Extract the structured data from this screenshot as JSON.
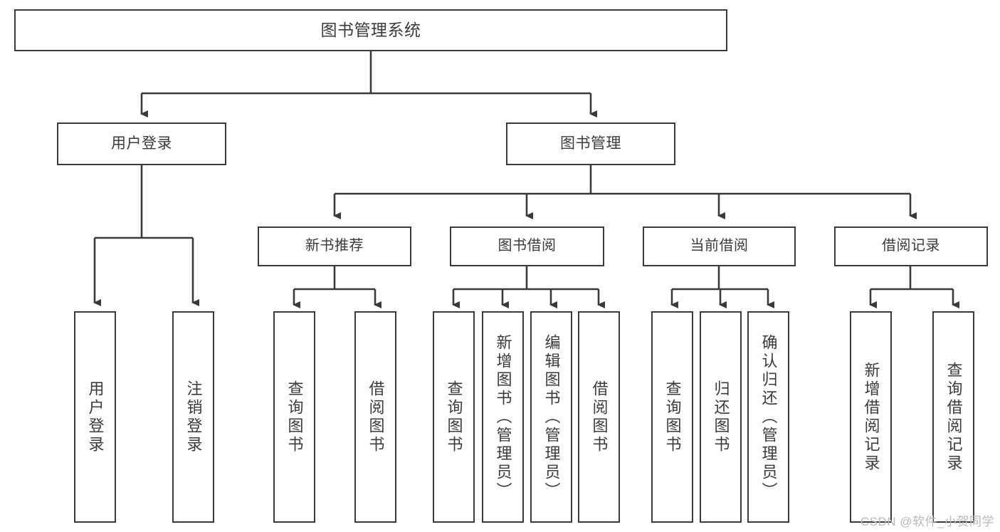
{
  "diagram": {
    "title": "图书管理系统",
    "watermark": "CSDN @软件_小贺同学",
    "colors": {
      "border": "#3a3a3a",
      "text": "#3b3b3b",
      "background": "#ffffff",
      "connector": "#3a3a3a",
      "watermark": "#b9b9b9"
    },
    "root": {
      "label": "图书管理系统"
    },
    "level1": [
      {
        "label": "用户登录"
      },
      {
        "label": "图书管理"
      }
    ],
    "level2": [
      {
        "label": "新书推荐"
      },
      {
        "label": "图书借阅"
      },
      {
        "label": "当前借阅"
      },
      {
        "label": "借阅记录"
      }
    ],
    "leaves": {
      "user_login": [
        {
          "label": "用户登录"
        },
        {
          "label": "注销登录"
        }
      ],
      "new_book": [
        {
          "label": "查询图书"
        },
        {
          "label": "借阅图书"
        }
      ],
      "book_borrow": [
        {
          "label": "查询图书"
        },
        {
          "label": "新增图书（管理员）"
        },
        {
          "label": "编辑图书（管理员）"
        },
        {
          "label": "借阅图书"
        }
      ],
      "current_borrow": [
        {
          "label": "查询图书"
        },
        {
          "label": "归还图书"
        },
        {
          "label": "确认归还（管理员）"
        }
      ],
      "borrow_record": [
        {
          "label": "新增借阅记录"
        },
        {
          "label": "查询借阅记录"
        }
      ]
    }
  }
}
